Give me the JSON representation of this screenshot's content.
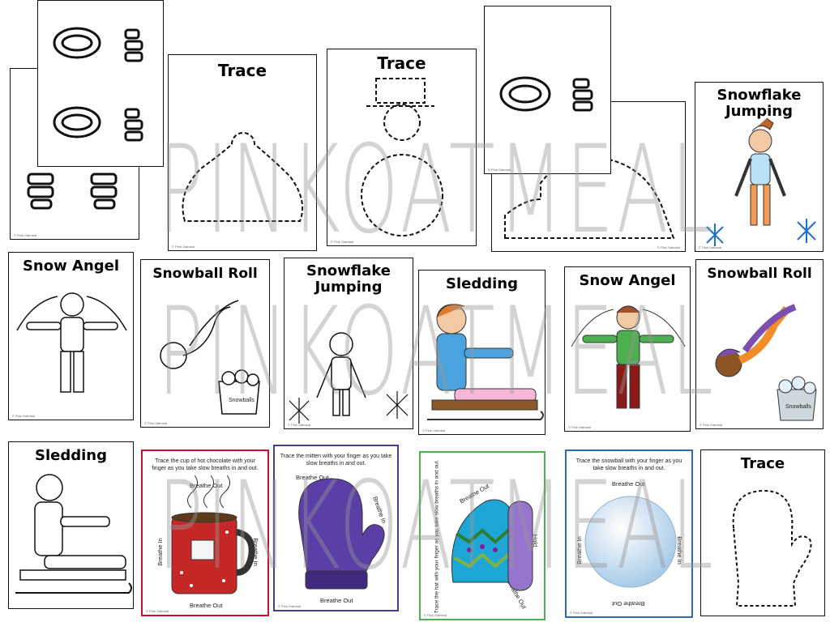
{
  "watermark": "PINKOATMEAL",
  "credit": "© Pink Oatmeal",
  "cards": {
    "trace_hat": "Trace",
    "trace_snowman": "Trace",
    "snowflake_jumping_top": "Snowflake Jumping",
    "snow_angel_bw": "Snow Angel",
    "snowball_roll_bw": "Snowball Roll",
    "snowflake_jumping_bw": "Snowflake Jumping",
    "sledding_color": "Sledding",
    "snow_angel_color": "Snow Angel",
    "snowball_roll_color": "Snowball Roll",
    "sledding_bw": "Sledding",
    "trace_mitten_outline": "Trace",
    "snowballs_label": "Snowballs"
  },
  "breathing": {
    "cocoa_instr": "Trace the cup of hot chocolate with your finger as you take slow breaths in and out.",
    "mitten_instr": "Trace the mitten with your finger as you take slow breaths in and out.",
    "hat_instr": "Trace the hat with your finger as you take slow breaths in and out.",
    "snowball_instr": "Trace the snowball with your finger as you take slow breaths in and out.",
    "breathe_in": "Breathe In",
    "breathe_out": "Breathe Out",
    "hold": "Hold"
  },
  "colors": {
    "cocoa_border": "#c8102e",
    "mitten_border": "#4b3a8c",
    "hat_border": "#4caf50",
    "snowball_border": "#2b6cb0",
    "mitten_fill": "#5b3fa6",
    "mug_fill": "#c62828"
  }
}
